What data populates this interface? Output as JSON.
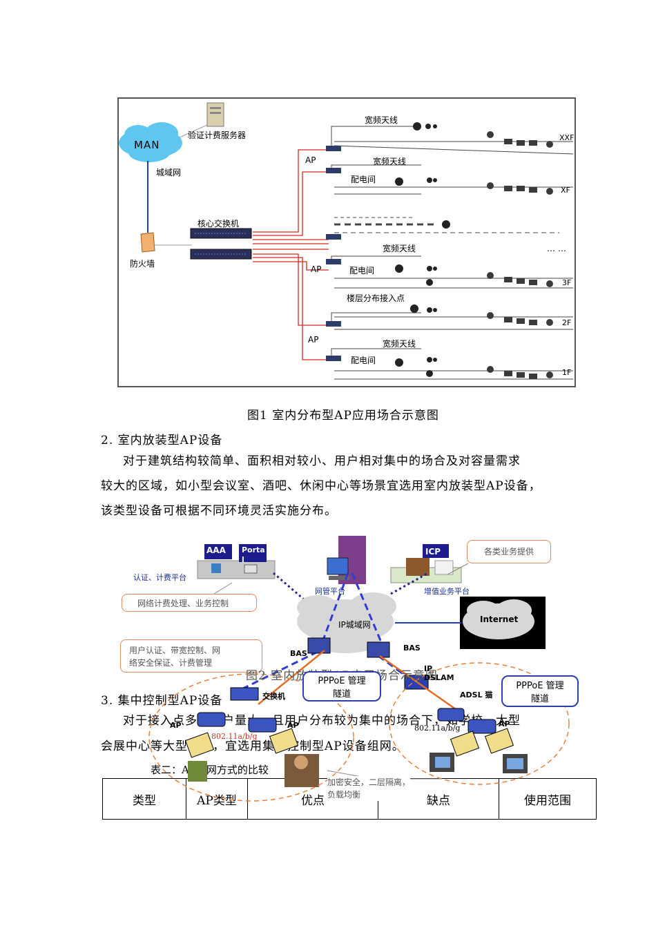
{
  "figure1": {
    "man": "MAN",
    "auth_server": "验证计费服务器",
    "metro_net": "城域网",
    "firewall": "防火墙",
    "core_switch": "核心交换机",
    "ap": "AP",
    "broadband_antenna": "宽频天线",
    "wiring_room": "配电间",
    "floor_access_point": "楼层分布接入点",
    "dots": "… …",
    "floors": [
      "XXF",
      "XF",
      "3F",
      "2F",
      "1F"
    ],
    "caption": "图1 室内分布型AP应用场合示意图"
  },
  "section2": {
    "heading": "2. 室内放装型AP设备",
    "para_line1": "对于建筑结构较简单、面积相对较小、用户相对集中的场合及对容量需求",
    "para_line2": "较大的区域，如小型会议室、酒吧、休闲中心等场景宜选用室内放装型AP设备，",
    "para_line3": "该类型设备可根据不同环境灵活实施分布。"
  },
  "figure2": {
    "aaa": "AAA",
    "portal": "Porta l",
    "auth_platform": "认证、计费平台",
    "billing_note": "网络计费处理、业务控制",
    "nms_platform": "网管平台",
    "icp": "ICP",
    "service_note": "各类业务提供",
    "vas_platform": "增值业务平台",
    "ip_metro": "IP城域网",
    "internet": "Internet",
    "user_auth_note_1": "用户认证、带宽控制、网",
    "user_auth_note_2": "络安全保证、计费管理",
    "bas_left": "BAS",
    "bas_right": "BAS",
    "caption": "图2 室内放装型AP应用场合示意图",
    "ip_dslam": "IP DSLAM",
    "pppoe_1": "PPPoE 管理",
    "pppoe_2": "隧道",
    "switch": "交换机",
    "adsl": "ADSL 猫",
    "ap": "AP",
    "wlan_std": "802.11a/b/g",
    "security_note_1": "加密安全，二层隔离，",
    "security_note_2": "负载均衡"
  },
  "section3": {
    "heading": "3. 集中控制型AP设备",
    "para_line1": "对于接入点多、用户量大，且用户分布较为集中的场合下，如学校、大型",
    "para_line2": "会展中心等大型场合，宜选用集中控制型AP设备组网。",
    "table_title": "表二：AP组网方式的比较"
  },
  "table": {
    "headers": [
      "类型",
      "AP类型",
      "优点",
      "缺点",
      "使用范围"
    ]
  },
  "colors": {
    "red_line": "#d9261c",
    "blue_line": "#1f3fbf",
    "nav_dotted": "#23248a",
    "orange_dash": "#e8803a"
  }
}
